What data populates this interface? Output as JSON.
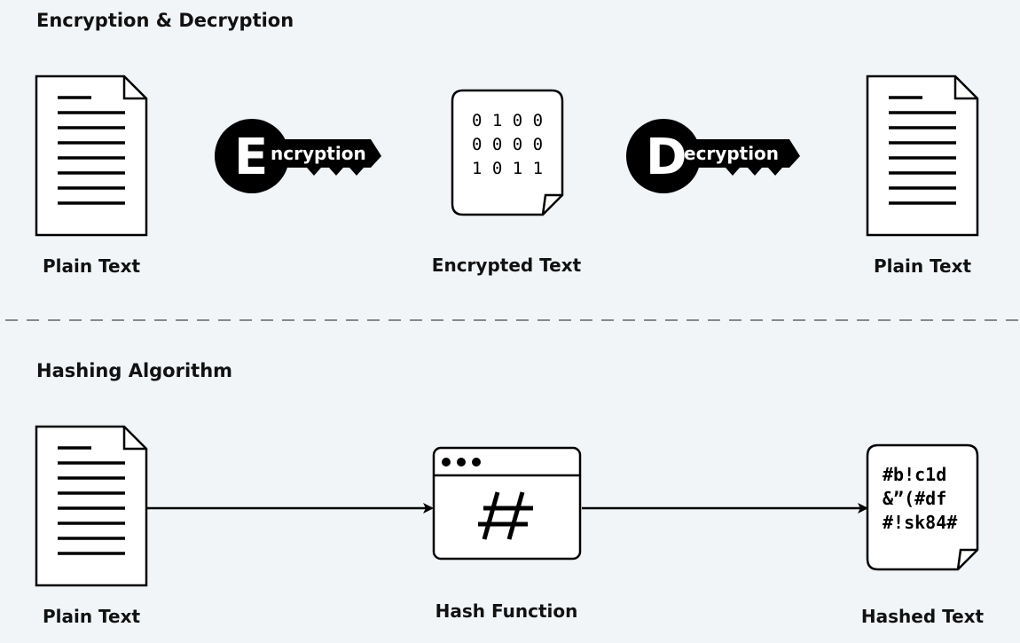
{
  "sections": {
    "encryption": {
      "title": "Encryption & Decryption",
      "source_label": "Plain Text",
      "encrypted_label": "Encrypted Text",
      "result_label": "Plain Text",
      "encrypt_key": {
        "letter": "E",
        "text": "ncryption"
      },
      "decrypt_key": {
        "letter": "D",
        "text": "ecryption"
      },
      "binary_rows": [
        "0 1 0 0",
        "0 0 0 0",
        "1 0 1 1"
      ]
    },
    "hashing": {
      "title": "Hashing Algorithm",
      "source_label": "Plain Text",
      "function_label": "Hash Function",
      "result_label": "Hashed Text",
      "hash_symbol": "#",
      "hashed_rows": [
        "#b!c1d",
        "&”(#df",
        "#!sk84#"
      ]
    }
  },
  "colors": {
    "background": "#f1f5f8",
    "ink": "#000000",
    "paper": "#ffffff",
    "divider": "#888888"
  }
}
